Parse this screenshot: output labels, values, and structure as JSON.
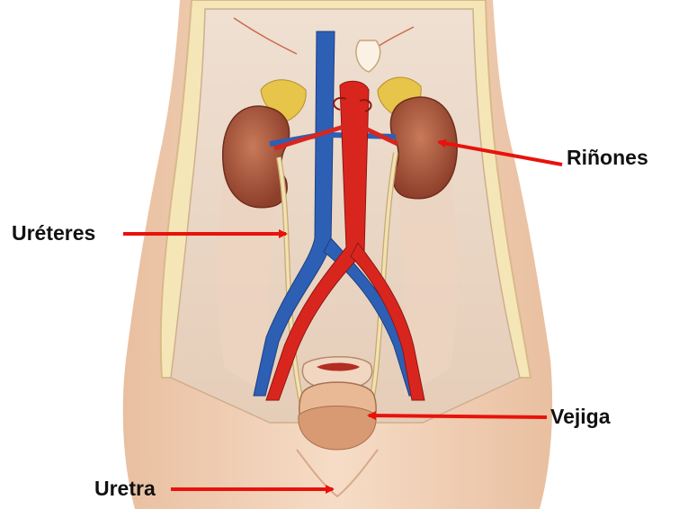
{
  "labels": {
    "kidneys": "Riñones",
    "ureters": "Uréteres",
    "bladder": "Vejiga",
    "urethra": "Uretra"
  },
  "colors": {
    "arrow": "#e8120c",
    "skin": "#f3d2b8",
    "cavity": "#ead8c6",
    "kidney": "#a8563c",
    "artery": "#d8261f",
    "vein": "#2d5fb5",
    "ureter": "#f0e2b0",
    "bladder": "#e9b996",
    "adrenal": "#e7c44a"
  }
}
